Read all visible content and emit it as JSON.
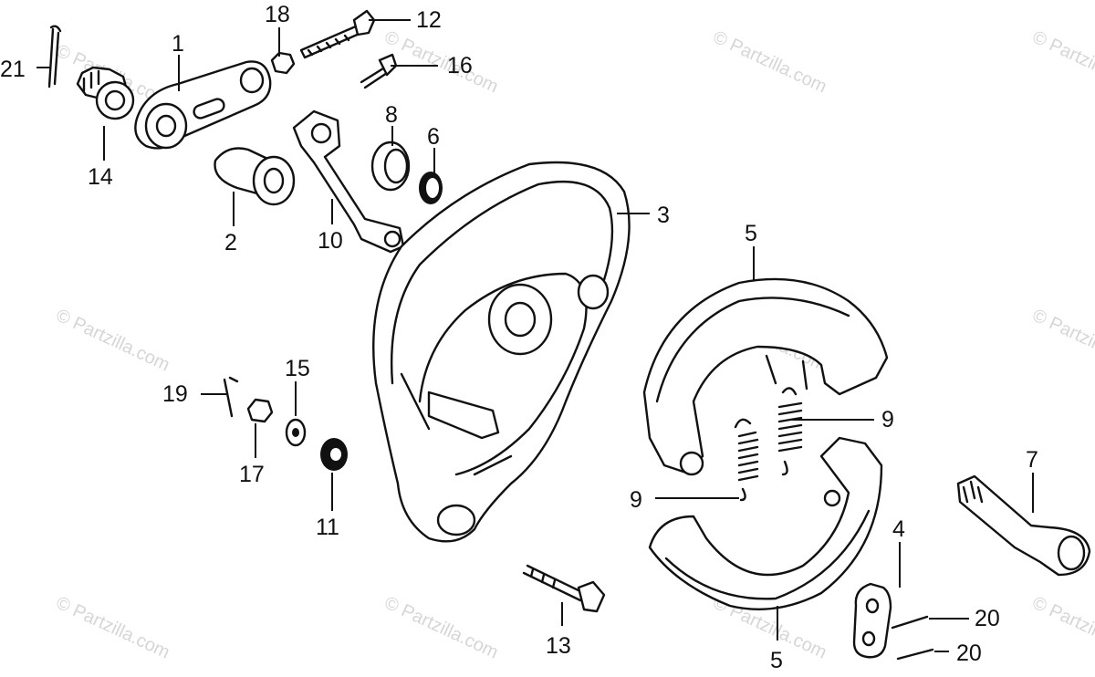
{
  "watermark": "© Partzilla.com",
  "callouts": {
    "c1": "1",
    "c2": "2",
    "c3": "3",
    "c4": "4",
    "c5a": "5",
    "c5b": "5",
    "c6": "6",
    "c7": "7",
    "c8": "8",
    "c9a": "9",
    "c9b": "9",
    "c10": "10",
    "c11": "11",
    "c12": "12",
    "c13": "13",
    "c14": "14",
    "c15": "15",
    "c16": "16",
    "c17": "17",
    "c18": "18",
    "c19": "19",
    "c20a": "20",
    "c20b": "20",
    "c21": "21"
  }
}
